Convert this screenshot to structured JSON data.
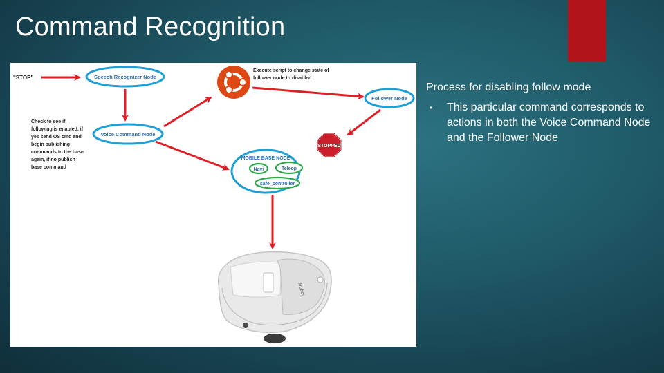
{
  "slide": {
    "title": "Command Recognition",
    "subheading": "Process for disabling follow mode",
    "bullets": [
      "This particular command corresponds to actions in both the Voice Command Node and the Follower Node"
    ]
  },
  "diagram": {
    "stop_quote": "\"STOP\"",
    "speech_node": "Speech Recognizer Node",
    "voice_node": "Voice Command Node",
    "check_note": [
      "Check to see if",
      "following is enabled, if",
      "yes send OS cmd and",
      "begin publishing",
      "commands to the base",
      "again, if no publish",
      "base command"
    ],
    "script_note": [
      "Execute script to change state of",
      "follower node to disabled"
    ],
    "follower_node": "Follower Node",
    "stopped_sign": "STOPPED",
    "mobile_base": "MOBILE BASE NODE",
    "navi": "Navi",
    "teleop": "Teleop",
    "safe_controller": "safe_controller",
    "robot_badge": "iRobot"
  },
  "colors": {
    "accent_red": "#b3141b",
    "arrow_red": "#e01e25",
    "node_blue": "#1e9fd6",
    "node_text": "#2f70b8",
    "teleop_green": "#2aa84a",
    "ubuntu_orange": "#dd4814"
  }
}
